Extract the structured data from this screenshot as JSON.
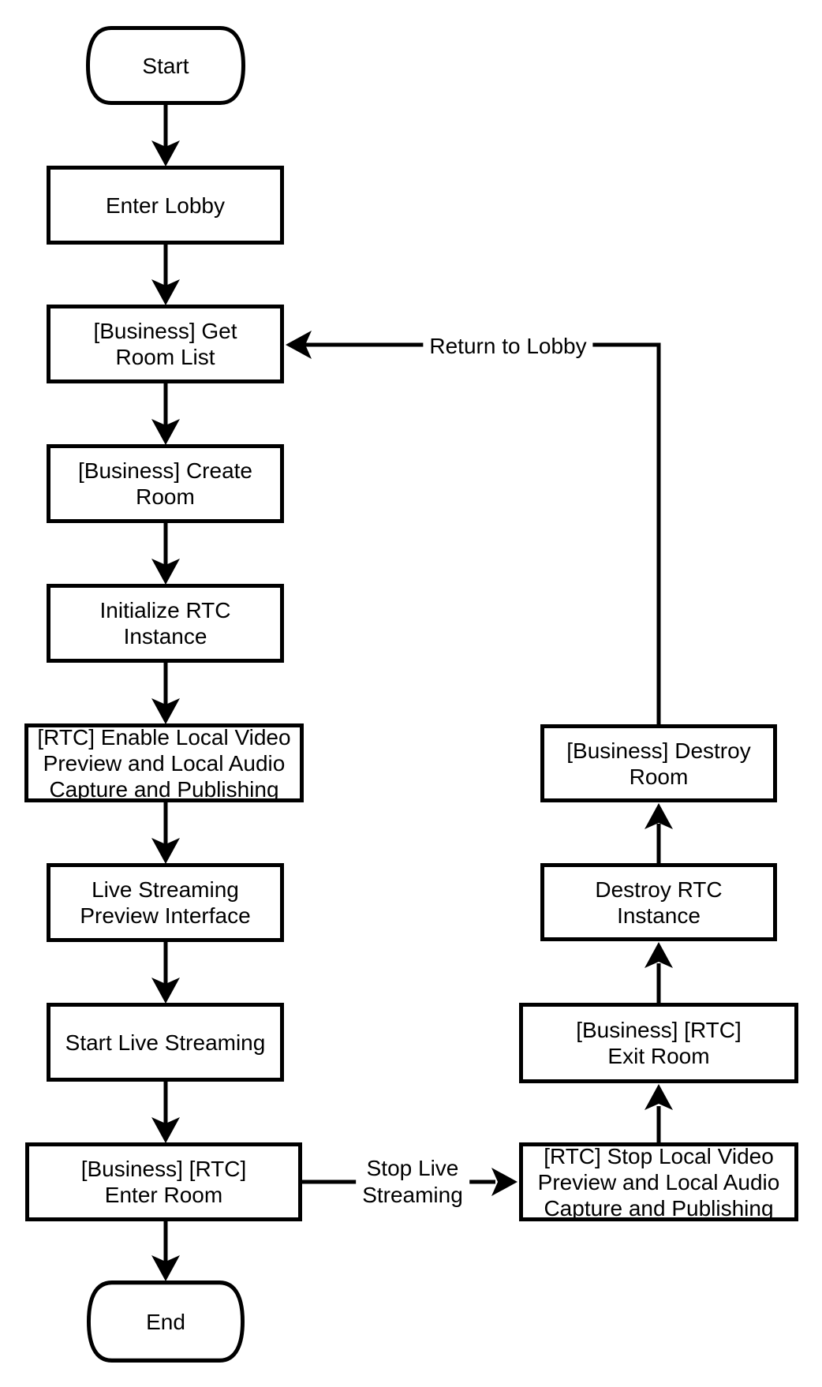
{
  "diagram": {
    "colors": {
      "stroke": "#000000",
      "background": "#ffffff",
      "text": "#000000"
    },
    "nodes": {
      "start": {
        "type": "terminator",
        "label": "Start"
      },
      "enter_lobby": {
        "type": "process",
        "label": "Enter Lobby"
      },
      "get_room_list": {
        "type": "process",
        "label": "[Business] Get\nRoom List"
      },
      "create_room": {
        "type": "process",
        "label": "[Business] Create\nRoom"
      },
      "init_rtc": {
        "type": "process",
        "label": "Initialize RTC\nInstance"
      },
      "enable_local_av": {
        "type": "process",
        "label": "[RTC] Enable Local Video\nPreview and Local Audio\nCapture and Publishing"
      },
      "live_preview": {
        "type": "process",
        "label": "Live Streaming\nPreview Interface"
      },
      "start_live": {
        "type": "process",
        "label": "Start Live Streaming"
      },
      "enter_room": {
        "type": "process",
        "label": "[Business] [RTC]\nEnter Room"
      },
      "end": {
        "type": "terminator",
        "label": "End"
      },
      "destroy_room": {
        "type": "process",
        "label": "[Business] Destroy\nRoom"
      },
      "destroy_rtc": {
        "type": "process",
        "label": "Destroy RTC\nInstance"
      },
      "exit_room": {
        "type": "process",
        "label": "[Business] [RTC]\nExit Room"
      },
      "stop_local_av": {
        "type": "process",
        "label": "[RTC] Stop Local Video\nPreview and Local Audio\nCapture and Publishing"
      }
    },
    "edge_labels": {
      "return_to_lobby": "Return to Lobby",
      "stop_live_streaming": "Stop Live\nStreaming"
    }
  }
}
